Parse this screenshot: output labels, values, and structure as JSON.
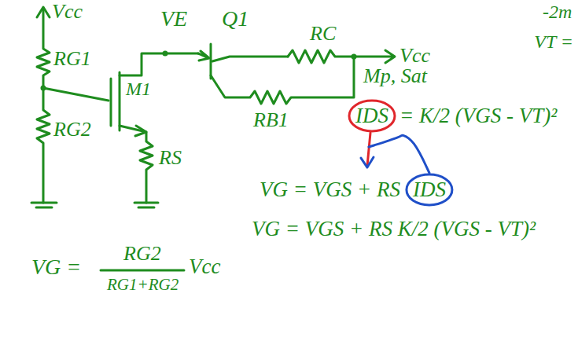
{
  "diagram": {
    "labels": [
      "Vcc",
      "RG1",
      "RG2",
      "M1",
      "RS",
      "VE",
      "Q1",
      "RC",
      "RB1",
      "Vcc",
      "Mp, Sat",
      "IDS",
      "= K/2 (VGS - VT)²",
      "VG =",
      "RG2",
      "RG1+RG2",
      "Vcc",
      "VG = VGS + RS",
      "IDS",
      "VG = VGS + RS K/2 (VGS - VT)²",
      "VT =",
      "-2m"
    ]
  }
}
